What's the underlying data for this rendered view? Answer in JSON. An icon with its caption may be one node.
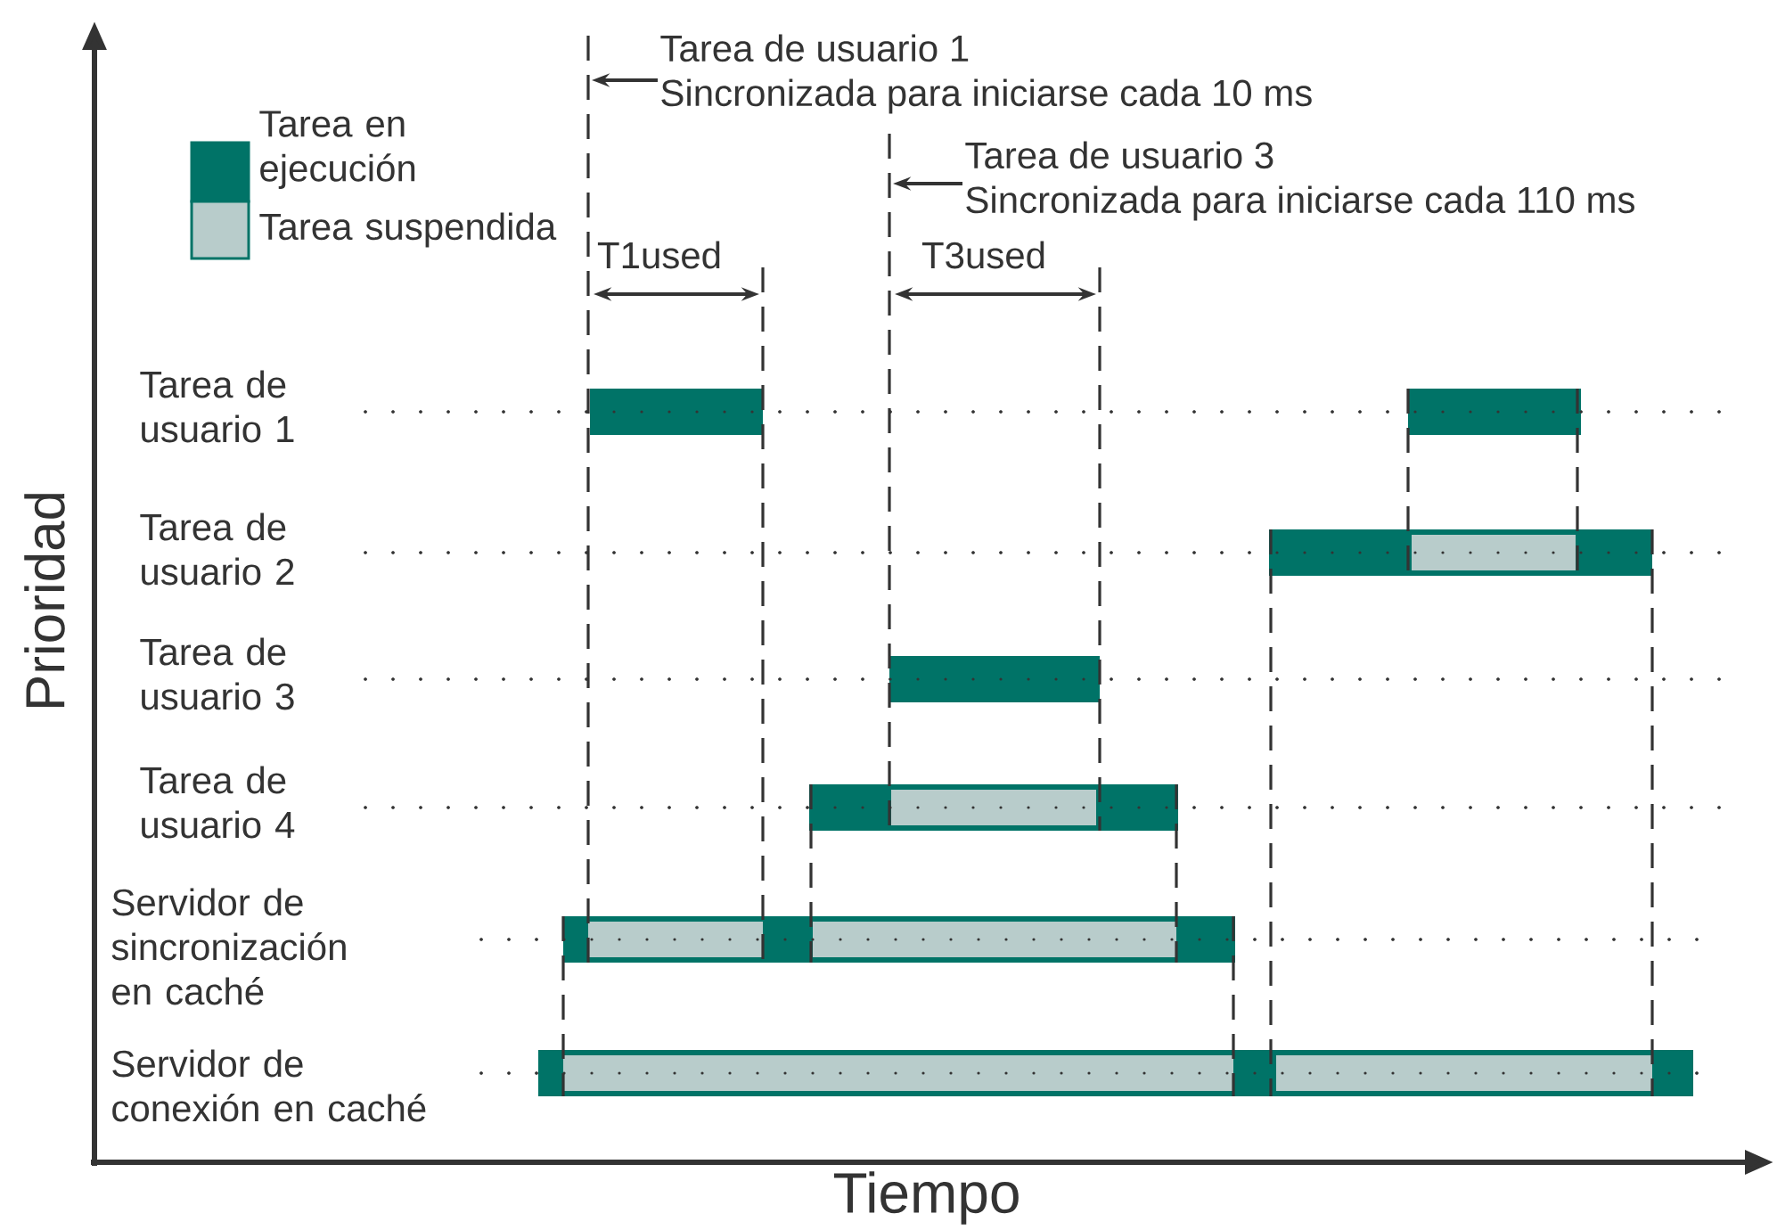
{
  "diagram": {
    "nodes": [
      {
        "text": [
          "Tarea de usuario 1",
          "Sincronizada para iniciarse cada 10 ms"
        ]
      },
      {
        "text": [
          "Tarea de usuario 3",
          "Sincronizada para iniciarse cada 110 ms"
        ]
      }
    ],
    "edges": [
      {
        "from": 0,
        "to": null,
        "arrow": "to"
      },
      {
        "from": 1,
        "to": null,
        "arrow": "to"
      }
    ],
    "labels": [
      "T1used",
      "T3used",
      "Tarea de usuario 1",
      "Tarea de usuario 2",
      "Tarea de usuario 3",
      "Tarea de usuario 4",
      "Servidor de sincronización en caché",
      "Servidor de conexión en caché",
      "Prioridad",
      "Tiempo"
    ],
    "legend": [
      {
        "text": "Tarea en ejecución",
        "color": "#007367"
      },
      {
        "text": "Tarea suspendida",
        "color": "#b8cccb"
      }
    ]
  }
}
